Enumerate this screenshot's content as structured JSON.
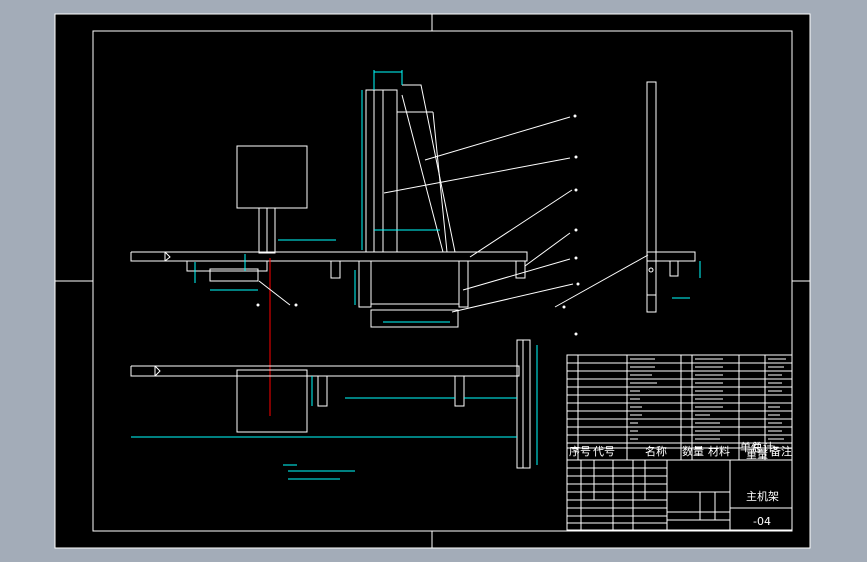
{
  "colors": {
    "background": "#a3acb8",
    "sheet": "#000000",
    "lines": "#ffffff",
    "dimensions": "#00ffff",
    "centerline": "#ff0000"
  },
  "title_block": {
    "drawing_name": "主机架",
    "drawing_number": "-04"
  },
  "bom_header": {
    "seq": "序号",
    "code": "代号",
    "name": "名称",
    "qty": "数量",
    "material": "材料",
    "single_mass": "单件",
    "total_mass": "总计",
    "mass": "重量",
    "remarks": "备注"
  }
}
